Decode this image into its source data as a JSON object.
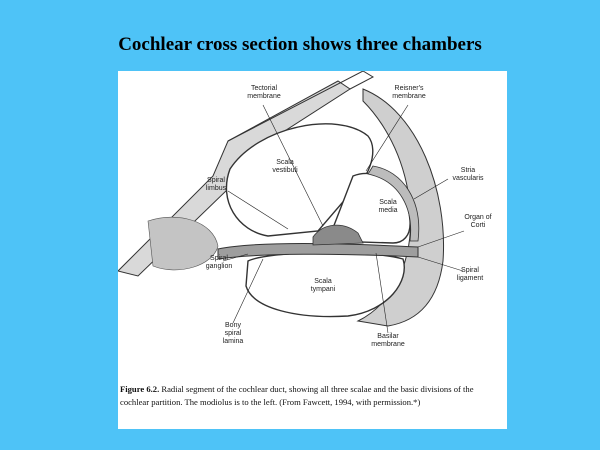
{
  "slide": {
    "title": "Cochlear cross section shows three chambers"
  },
  "figure": {
    "labels": {
      "tectorial_membrane": "Tectorial membrane",
      "reissners_membrane": "Reisner's membrane",
      "spiral_limbus": "Spiral limbus",
      "scala_vestibuli": "Scala vestibuli",
      "scala_media": "Scala media",
      "stria_vascularis": "Stria vascularis",
      "organ_of_corti": "Organ of Corti",
      "spiral_ganglion": "Spiral ganglion",
      "scala_tympani": "Scala tympani",
      "spiral_ligament": "Spiral ligament",
      "bony_spiral_lamina": "Bony spiral lamina",
      "basilar_membrane": "Basilar membrane"
    },
    "caption": {
      "figure_number": "Figure 6.2.",
      "text": "Radial segment of the cochlear duct, showing all three scalae and the basic divisions of the cochlear partition. The modiolus is to the left. (From Fawcett, 1994, with permission.*)"
    }
  }
}
